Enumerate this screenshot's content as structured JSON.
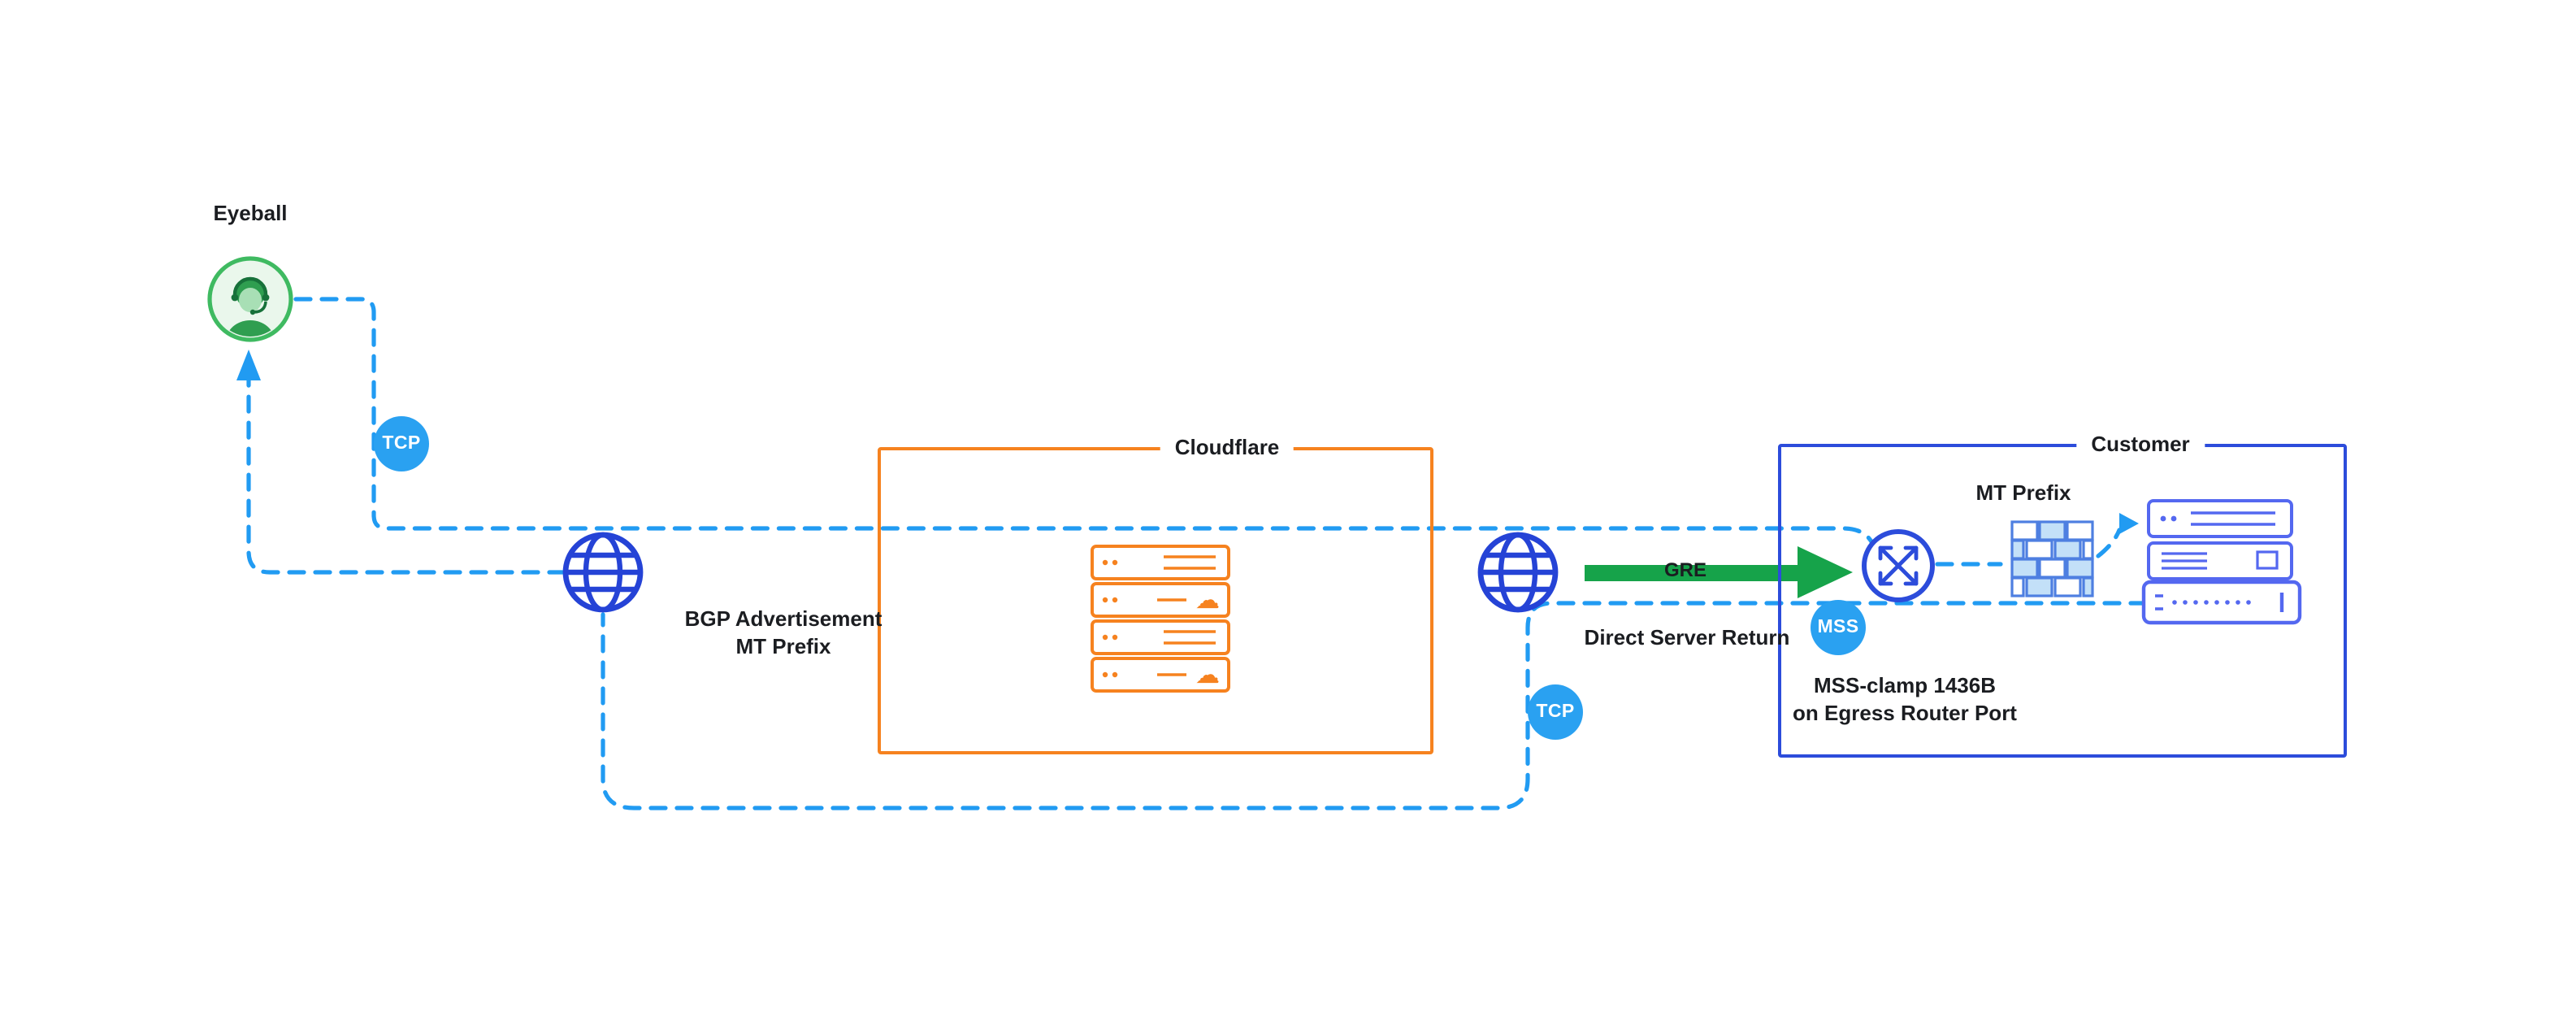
{
  "nodes": {
    "eyeball": {
      "label": "Eyeball"
    },
    "cloudflare": {
      "label": "Cloudflare"
    },
    "customer": {
      "label": "Customer"
    }
  },
  "badges": {
    "tcp_left": "TCP",
    "tcp_bottom": "TCP",
    "mss": "MSS"
  },
  "labels": {
    "bgp_line1": "BGP Advertisement",
    "bgp_line2": "MT Prefix",
    "gre": "GRE",
    "direct_server_return": "Direct Server Return",
    "mt_prefix": "MT Prefix",
    "mss_clamp_line1": "MSS-clamp 1436B",
    "mss_clamp_line2": "on Egress Router Port"
  },
  "icons": {
    "cloud_glyph": "☁",
    "names": [
      "headset-person-icon",
      "internet-globe-icon",
      "router-icon",
      "firewall-icon",
      "server-stack-icon",
      "cloud-icon",
      "tcp-badge",
      "mss-badge",
      "gre-arrow",
      "direction-arrowhead"
    ]
  },
  "colors": {
    "line_blue": "#219BF2",
    "badge_blue": "#2AA1F1",
    "globe_blue": "#2543D6",
    "royal_blue": "#2C4CDB",
    "server_blue": "#5468F0",
    "firewall_blue": "#4E7FE1",
    "firewall_fill": "#C3E0F8",
    "orange": "#F6821F",
    "green": "#16A34A",
    "avatar_green": "#3FBA61",
    "text_dark": "#1B1D21"
  }
}
